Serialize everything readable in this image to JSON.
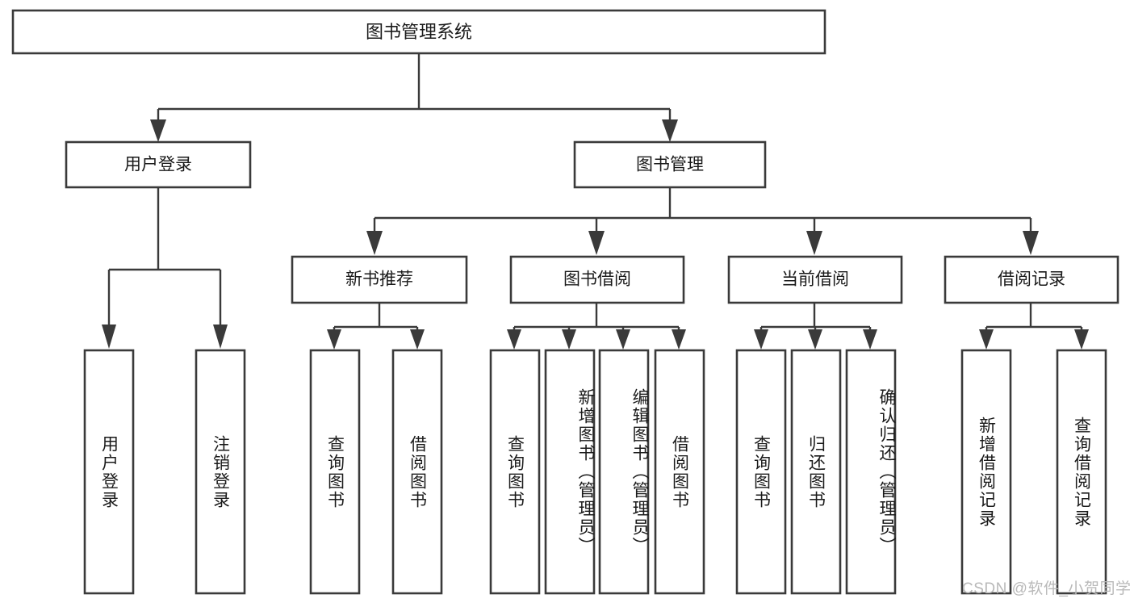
{
  "diagram": {
    "type": "tree-hierarchy",
    "title": "图书管理系统 功能结构图",
    "orientation": "top-down",
    "root": {
      "id": "root",
      "label": "图书管理系统",
      "orientation": "horizontal"
    },
    "level2": [
      {
        "id": "user-login",
        "label": "用户登录",
        "orientation": "horizontal"
      },
      {
        "id": "book-manage",
        "label": "图书管理",
        "orientation": "horizontal"
      }
    ],
    "level3": [
      {
        "id": "new-book-recommend",
        "label": "新书推荐",
        "orientation": "horizontal",
        "parent": "book-manage"
      },
      {
        "id": "book-borrow",
        "label": "图书借阅",
        "orientation": "horizontal",
        "parent": "book-manage"
      },
      {
        "id": "current-borrow",
        "label": "当前借阅",
        "orientation": "horizontal",
        "parent": "book-manage"
      },
      {
        "id": "borrow-record",
        "label": "借阅记录",
        "orientation": "horizontal",
        "parent": "book-manage"
      }
    ],
    "leaves": [
      {
        "id": "leaf-user-login",
        "label": "用户登录",
        "orientation": "vertical",
        "parent": "user-login"
      },
      {
        "id": "leaf-user-logout",
        "label": "注销登录",
        "orientation": "vertical",
        "parent": "user-login"
      },
      {
        "id": "leaf-query-book-1",
        "label": "查询图书",
        "orientation": "vertical",
        "parent": "new-book-recommend"
      },
      {
        "id": "leaf-borrow-book-1",
        "label": "借阅图书",
        "orientation": "vertical",
        "parent": "new-book-recommend"
      },
      {
        "id": "leaf-query-book-2",
        "label": "查询图书",
        "orientation": "vertical",
        "parent": "book-borrow"
      },
      {
        "id": "leaf-add-book",
        "label": "新增图书（管理员）",
        "orientation": "vertical",
        "parent": "book-borrow"
      },
      {
        "id": "leaf-edit-book",
        "label": "编辑图书（管理员）",
        "orientation": "vertical",
        "parent": "book-borrow"
      },
      {
        "id": "leaf-borrow-book-2",
        "label": "借阅图书",
        "orientation": "vertical",
        "parent": "book-borrow"
      },
      {
        "id": "leaf-query-book-3",
        "label": "查询图书",
        "orientation": "vertical",
        "parent": "current-borrow"
      },
      {
        "id": "leaf-return-book",
        "label": "归还图书",
        "orientation": "vertical",
        "parent": "current-borrow"
      },
      {
        "id": "leaf-confirm-return",
        "label": "确认归还（管理员）",
        "orientation": "vertical",
        "parent": "current-borrow"
      },
      {
        "id": "leaf-add-record",
        "label": "新增借阅记录",
        "orientation": "vertical",
        "parent": "borrow-record"
      },
      {
        "id": "leaf-query-record",
        "label": "查询借阅记录",
        "orientation": "vertical",
        "parent": "borrow-record"
      }
    ],
    "colors": {
      "stroke": "#3a3a3a",
      "fill": "#ffffff",
      "text": "#1a1a1a",
      "background": "#ffffff",
      "watermark": "#b9b9b9"
    }
  },
  "watermark": {
    "text": "CSDN @软件_小贺同学"
  }
}
